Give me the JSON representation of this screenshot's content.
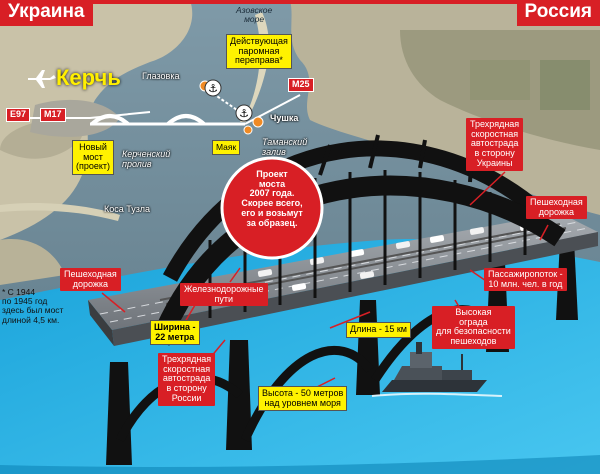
{
  "countries": {
    "left": "Украина",
    "right": "Россия"
  },
  "map": {
    "city": "Керчь",
    "sea": "Азовское\nморе",
    "glazovka": "Глазовка",
    "chushka": "Чушка",
    "mayak": "Маяк",
    "strait": "Керченский\nпролив",
    "bay": "Таманский\nзалив",
    "spit": "Коса Тузла",
    "ferry": "Действующая\nпаромная\nпереправа*",
    "new_bridge": "Новый\nмост\n(проект)",
    "roads": [
      "E97",
      "M17",
      "M25"
    ]
  },
  "callouts": {
    "project": "Проект\nмоста\n2007 года.\nСкорее всего,\nего и возьмут\nза образец.",
    "highway_ukraine": "Трехрядная\nскоростная\nавтострада\nв сторону\nУкраины",
    "walkway_right": "Пешеходная\nдорожка",
    "walkway_left": "Пешеходная\nдорожка",
    "rail": "Железнодорожные\nпути",
    "passengers": "Пассажиропоток -\n10 млн. чел. в год",
    "fence": "Высокая\nограда\nдля безопасности\nпешеходов",
    "width": "Ширина -\n22 метра",
    "length": "Длина - 15 км",
    "highway_russia": "Трехрядная\nскоростная\nавтострада\nв сторону\nРоссии",
    "height": "Высота - 50 метров\nнад уровнем моря"
  },
  "footnote": "* С 1944\nпо 1945 год\nздесь был мост\nдлиной 4,5 км.",
  "colors": {
    "accent_red": "#d81f25",
    "label_yellow": "#fff200",
    "water": "#2bb8e8",
    "arch": "#111111",
    "deck": "#8a8f95"
  }
}
